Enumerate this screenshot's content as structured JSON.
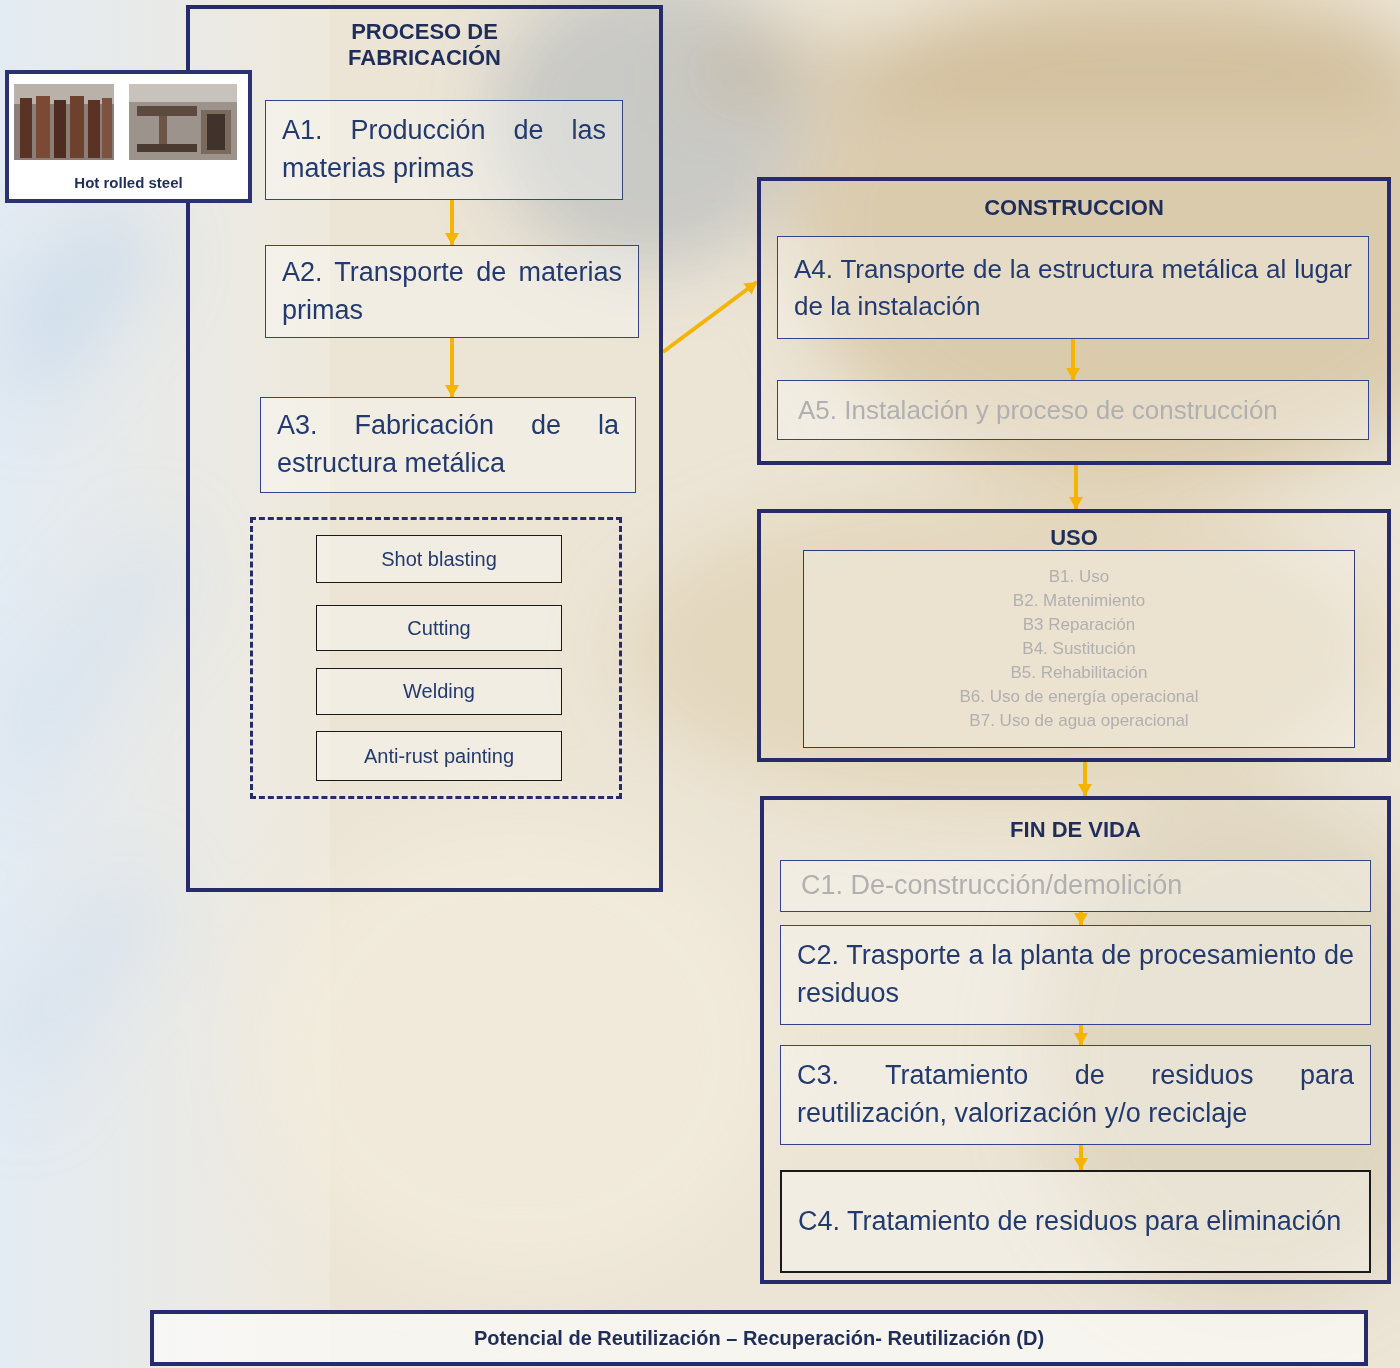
{
  "diagram": {
    "nodes": [
      {
        "text": [
          "Hot rolled steel"
        ]
      },
      {
        "text": [
          "PROCESO DE FABRICACIÓN"
        ]
      },
      {
        "text": [
          "A1. Producción de las materias primas"
        ],
        "in": 1
      },
      {
        "text": [
          "A2. Transporte de materias primas"
        ],
        "in": 1
      },
      {
        "text": [
          "A3. Fabricación de la estructura metálica"
        ],
        "in": 1
      },
      {
        "text": [
          "Shot blasting"
        ],
        "in": 1
      },
      {
        "text": [
          "Cutting"
        ],
        "in": 1
      },
      {
        "text": [
          "Welding"
        ],
        "in": 1
      },
      {
        "text": [
          "Anti-rust painting"
        ],
        "in": 1
      },
      {
        "text": [
          "CONSTRUCCION"
        ]
      },
      {
        "text": [
          "A4. Transporte de la estructura metálica al lugar de la instalación"
        ],
        "in": 9
      },
      {
        "text": [
          "A5. Instalación y proceso de construcción"
        ],
        "in": 9
      },
      {
        "text": [
          "USO"
        ]
      },
      {
        "text": [
          "B1. Uso",
          "B2. Matenimiento",
          "B3 Reparación",
          "B4. Sustitución",
          "B5. Rehabilitación",
          "B6. Uso de energía operacional",
          "B7. Uso de agua operacional"
        ],
        "in": 12
      },
      {
        "text": [
          "FIN DE VIDA"
        ]
      },
      {
        "text": [
          "C1. De-construcción/demolición"
        ],
        "in": 14
      },
      {
        "text": [
          "C2. Trasporte a la planta de procesamiento de residuos"
        ],
        "in": 14
      },
      {
        "text": [
          "C3. Tratamiento de residuos para reutilización, valorización y/o reciclaje"
        ],
        "in": 14
      },
      {
        "text": [
          "C4. Tratamiento de residuos para eliminación"
        ],
        "in": 14
      },
      {
        "text": [
          "Potencial de Reutilización – Recuperación- Reutilización (D)"
        ]
      }
    ],
    "edges": [
      {
        "from": 2,
        "to": 3,
        "arrow": "to"
      },
      {
        "from": 3,
        "to": 4,
        "arrow": "to"
      },
      {
        "from": 1,
        "to": 9,
        "arrow": "to"
      },
      {
        "from": 10,
        "to": 11,
        "arrow": "to"
      },
      {
        "from": 9,
        "to": 12,
        "arrow": "to"
      },
      {
        "from": 12,
        "to": 14,
        "arrow": "to"
      },
      {
        "from": 15,
        "to": 16,
        "arrow": "to"
      },
      {
        "from": 16,
        "to": 17,
        "arrow": "to"
      },
      {
        "from": 17,
        "to": 18,
        "arrow": "to"
      }
    ]
  }
}
